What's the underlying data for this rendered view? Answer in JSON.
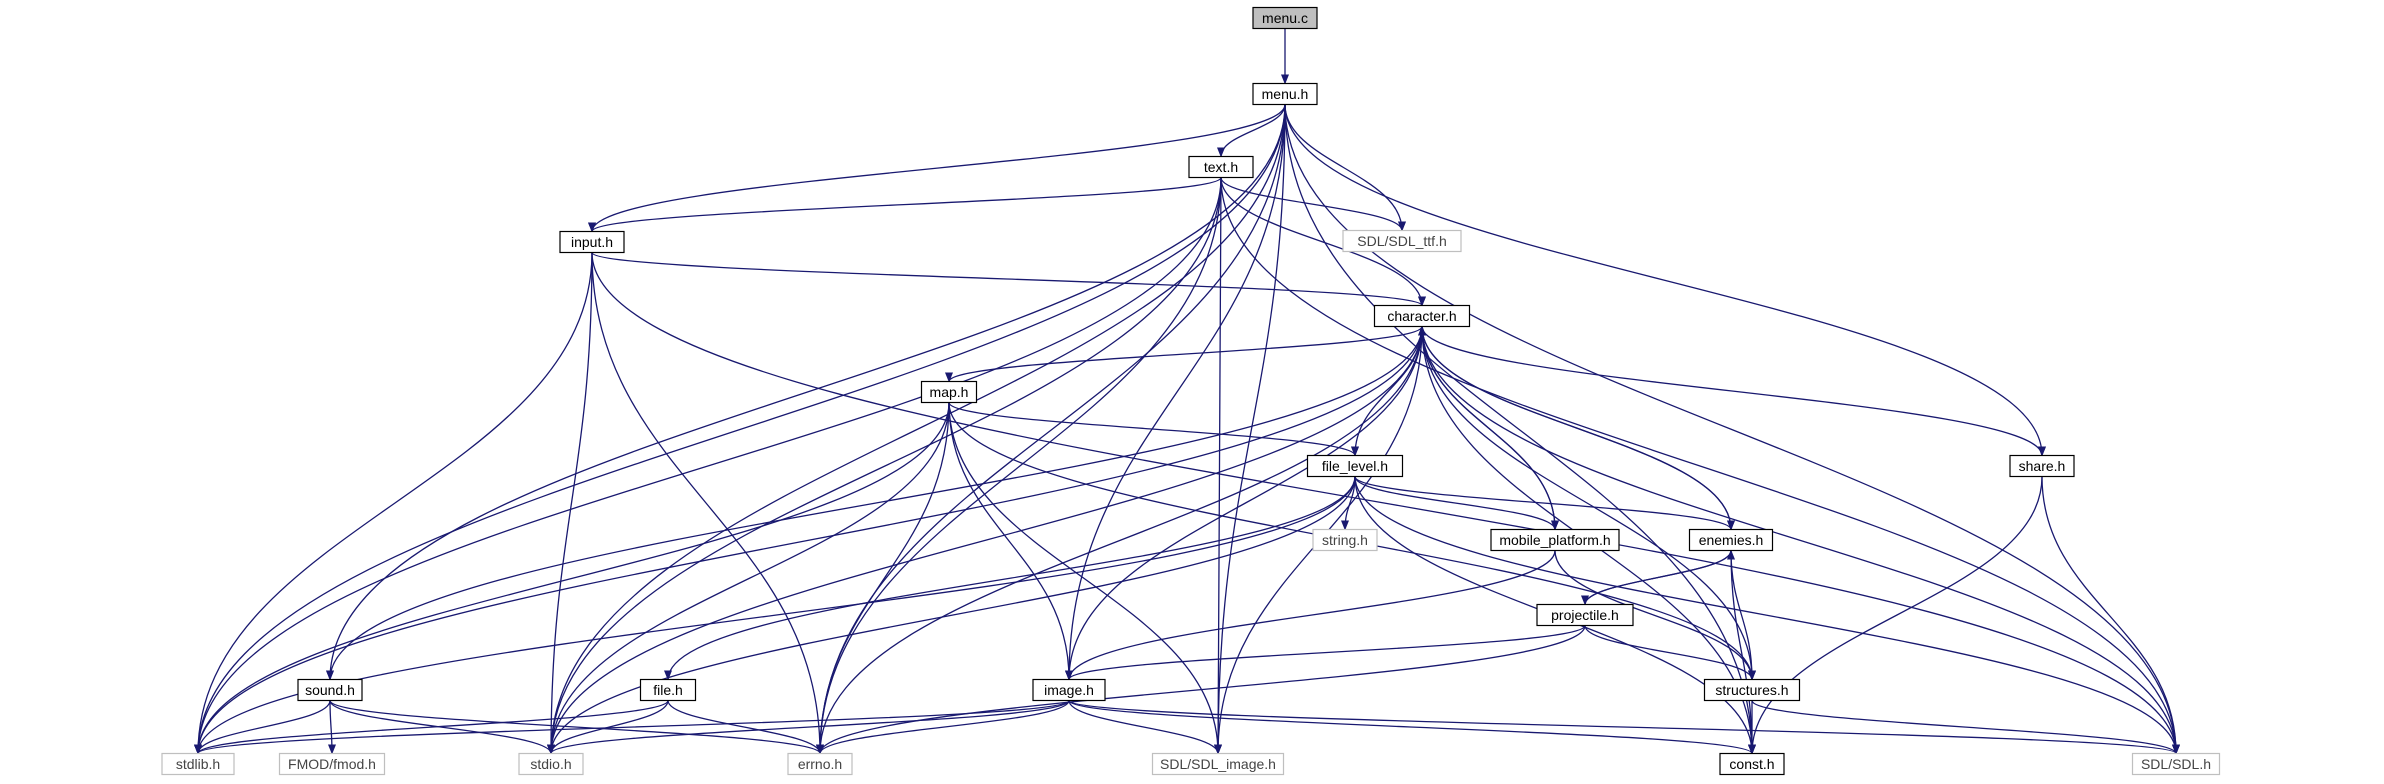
{
  "nodes": [
    {
      "id": "menu_c",
      "label": "menu.c",
      "style": "root"
    },
    {
      "id": "menu_h",
      "label": "menu.h",
      "style": "normal"
    },
    {
      "id": "text_h",
      "label": "text.h",
      "style": "normal"
    },
    {
      "id": "sdl_ttf",
      "label": "SDL/SDL_ttf.h",
      "style": "system"
    },
    {
      "id": "input_h",
      "label": "input.h",
      "style": "normal"
    },
    {
      "id": "character_h",
      "label": "character.h",
      "style": "normal"
    },
    {
      "id": "map_h",
      "label": "map.h",
      "style": "normal"
    },
    {
      "id": "file_level_h",
      "label": "file_level.h",
      "style": "normal"
    },
    {
      "id": "share_h",
      "label": "share.h",
      "style": "normal"
    },
    {
      "id": "string_h",
      "label": "string.h",
      "style": "system"
    },
    {
      "id": "mobile_platform_h",
      "label": "mobile_platform.h",
      "style": "normal"
    },
    {
      "id": "enemies_h",
      "label": "enemies.h",
      "style": "normal"
    },
    {
      "id": "projectile_h",
      "label": "projectile.h",
      "style": "normal"
    },
    {
      "id": "sound_h",
      "label": "sound.h",
      "style": "normal"
    },
    {
      "id": "file_h",
      "label": "file.h",
      "style": "normal"
    },
    {
      "id": "image_h",
      "label": "image.h",
      "style": "normal"
    },
    {
      "id": "structures_h",
      "label": "structures.h",
      "style": "normal"
    },
    {
      "id": "stdlib_h",
      "label": "stdlib.h",
      "style": "system"
    },
    {
      "id": "fmod_h",
      "label": "FMOD/fmod.h",
      "style": "system"
    },
    {
      "id": "stdio_h",
      "label": "stdio.h",
      "style": "system"
    },
    {
      "id": "errno_h",
      "label": "errno.h",
      "style": "system"
    },
    {
      "id": "sdl_image_h",
      "label": "SDL/SDL_image.h",
      "style": "system"
    },
    {
      "id": "const_h",
      "label": "const.h",
      "style": "normal"
    },
    {
      "id": "sdl_h",
      "label": "SDL/SDL.h",
      "style": "system"
    }
  ],
  "edges": [
    [
      "menu_c",
      "menu_h"
    ],
    [
      "menu_h",
      "text_h"
    ],
    [
      "menu_h",
      "sdl_ttf"
    ],
    [
      "menu_h",
      "input_h"
    ],
    [
      "menu_h",
      "share_h"
    ],
    [
      "menu_h",
      "stdlib_h"
    ],
    [
      "menu_h",
      "sound_h"
    ],
    [
      "menu_h",
      "stdio_h"
    ],
    [
      "menu_h",
      "errno_h"
    ],
    [
      "menu_h",
      "image_h"
    ],
    [
      "menu_h",
      "sdl_image_h"
    ],
    [
      "menu_h",
      "const_h"
    ],
    [
      "menu_h",
      "sdl_h"
    ],
    [
      "text_h",
      "input_h"
    ],
    [
      "text_h",
      "sdl_ttf"
    ],
    [
      "text_h",
      "character_h"
    ],
    [
      "text_h",
      "stdlib_h"
    ],
    [
      "text_h",
      "stdio_h"
    ],
    [
      "text_h",
      "errno_h"
    ],
    [
      "text_h",
      "sdl_image_h"
    ],
    [
      "text_h",
      "sdl_h"
    ],
    [
      "input_h",
      "character_h"
    ],
    [
      "input_h",
      "stdlib_h"
    ],
    [
      "input_h",
      "stdio_h"
    ],
    [
      "input_h",
      "errno_h"
    ],
    [
      "input_h",
      "sdl_h"
    ],
    [
      "character_h",
      "map_h"
    ],
    [
      "character_h",
      "file_level_h"
    ],
    [
      "character_h",
      "share_h"
    ],
    [
      "character_h",
      "mobile_platform_h"
    ],
    [
      "character_h",
      "enemies_h"
    ],
    [
      "character_h",
      "sound_h"
    ],
    [
      "character_h",
      "image_h"
    ],
    [
      "character_h",
      "structures_h"
    ],
    [
      "character_h",
      "stdlib_h"
    ],
    [
      "character_h",
      "stdio_h"
    ],
    [
      "character_h",
      "errno_h"
    ],
    [
      "character_h",
      "sdl_image_h"
    ],
    [
      "character_h",
      "const_h"
    ],
    [
      "character_h",
      "sdl_h"
    ],
    [
      "map_h",
      "file_level_h"
    ],
    [
      "map_h",
      "image_h"
    ],
    [
      "map_h",
      "stdlib_h"
    ],
    [
      "map_h",
      "stdio_h"
    ],
    [
      "map_h",
      "errno_h"
    ],
    [
      "map_h",
      "sdl_image_h"
    ],
    [
      "map_h",
      "structures_h"
    ],
    [
      "file_level_h",
      "string_h"
    ],
    [
      "file_level_h",
      "mobile_platform_h"
    ],
    [
      "file_level_h",
      "enemies_h"
    ],
    [
      "file_level_h",
      "file_h"
    ],
    [
      "file_level_h",
      "stdlib_h"
    ],
    [
      "file_level_h",
      "stdio_h"
    ],
    [
      "file_level_h",
      "const_h"
    ],
    [
      "file_level_h",
      "sdl_h"
    ],
    [
      "mobile_platform_h",
      "character_h"
    ],
    [
      "mobile_platform_h",
      "image_h"
    ],
    [
      "mobile_platform_h",
      "structures_h"
    ],
    [
      "enemies_h",
      "character_h"
    ],
    [
      "enemies_h",
      "projectile_h"
    ],
    [
      "enemies_h",
      "structures_h"
    ],
    [
      "enemies_h",
      "const_h"
    ],
    [
      "projectile_h",
      "enemies_h"
    ],
    [
      "projectile_h",
      "image_h"
    ],
    [
      "projectile_h",
      "structures_h"
    ],
    [
      "projectile_h",
      "errno_h"
    ],
    [
      "share_h",
      "const_h"
    ],
    [
      "share_h",
      "sdl_h"
    ],
    [
      "sound_h",
      "stdlib_h"
    ],
    [
      "sound_h",
      "fmod_h"
    ],
    [
      "sound_h",
      "stdio_h"
    ],
    [
      "sound_h",
      "errno_h"
    ],
    [
      "file_h",
      "stdlib_h"
    ],
    [
      "file_h",
      "stdio_h"
    ],
    [
      "file_h",
      "errno_h"
    ],
    [
      "image_h",
      "stdlib_h"
    ],
    [
      "image_h",
      "stdio_h"
    ],
    [
      "image_h",
      "errno_h"
    ],
    [
      "image_h",
      "sdl_image_h"
    ],
    [
      "image_h",
      "const_h"
    ],
    [
      "image_h",
      "sdl_h"
    ],
    [
      "structures_h",
      "const_h"
    ],
    [
      "structures_h",
      "sdl_h"
    ]
  ],
  "colors": {
    "edge": "#191970",
    "node_border": "#000000",
    "system_border": "#bfbfbf",
    "root_fill": "#bfbfbf",
    "node_fill": "#ffffff",
    "text": "#000000",
    "system_text": "#444444"
  }
}
